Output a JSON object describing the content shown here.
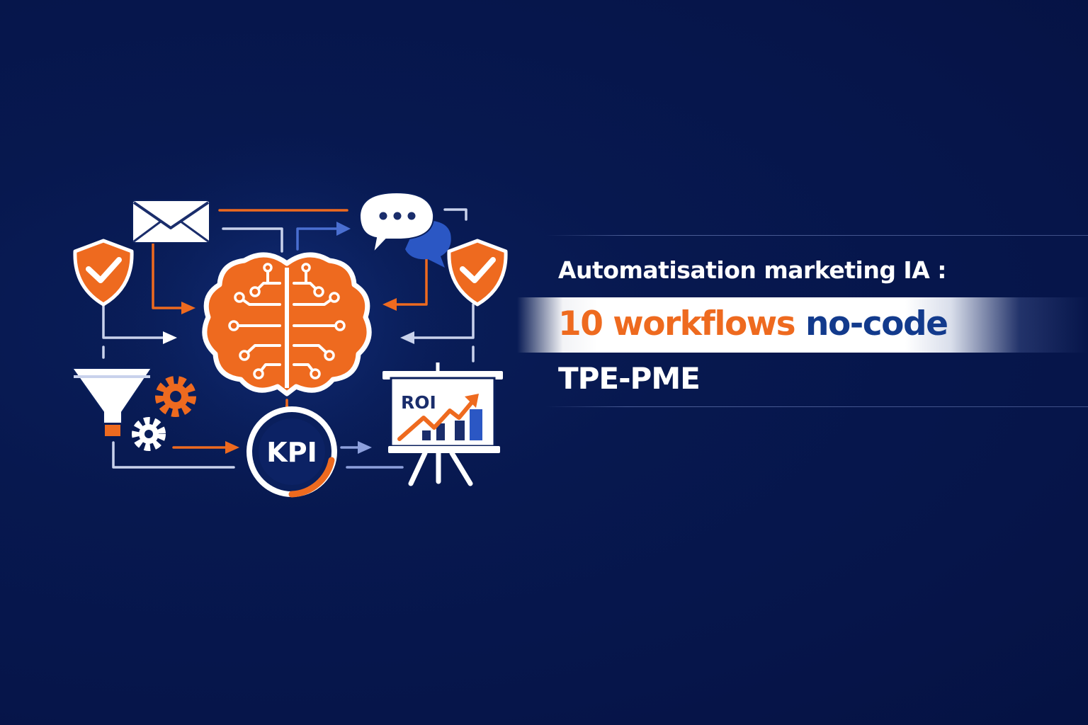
{
  "title": {
    "line1": "Automatisation marketing IA :",
    "line2_accent": "10 workflows",
    "line2_rest": "no-code",
    "line3": "TPE-PME"
  },
  "illustration": {
    "kpi_label": "KPI",
    "roi_label": "ROI",
    "icons": [
      "envelope-icon",
      "chat-bubble-icon",
      "shield-check-icon",
      "brain-circuit-icon",
      "funnel-icon",
      "gear-icon",
      "kpi-gauge-icon",
      "roi-board-icon",
      "arrow-icon"
    ]
  },
  "colors": {
    "background": "#06154a",
    "accent_orange": "#ee6a1f",
    "text_white": "#ffffff",
    "text_blue": "#123a8c",
    "connector_light": "#c9d2ec"
  }
}
